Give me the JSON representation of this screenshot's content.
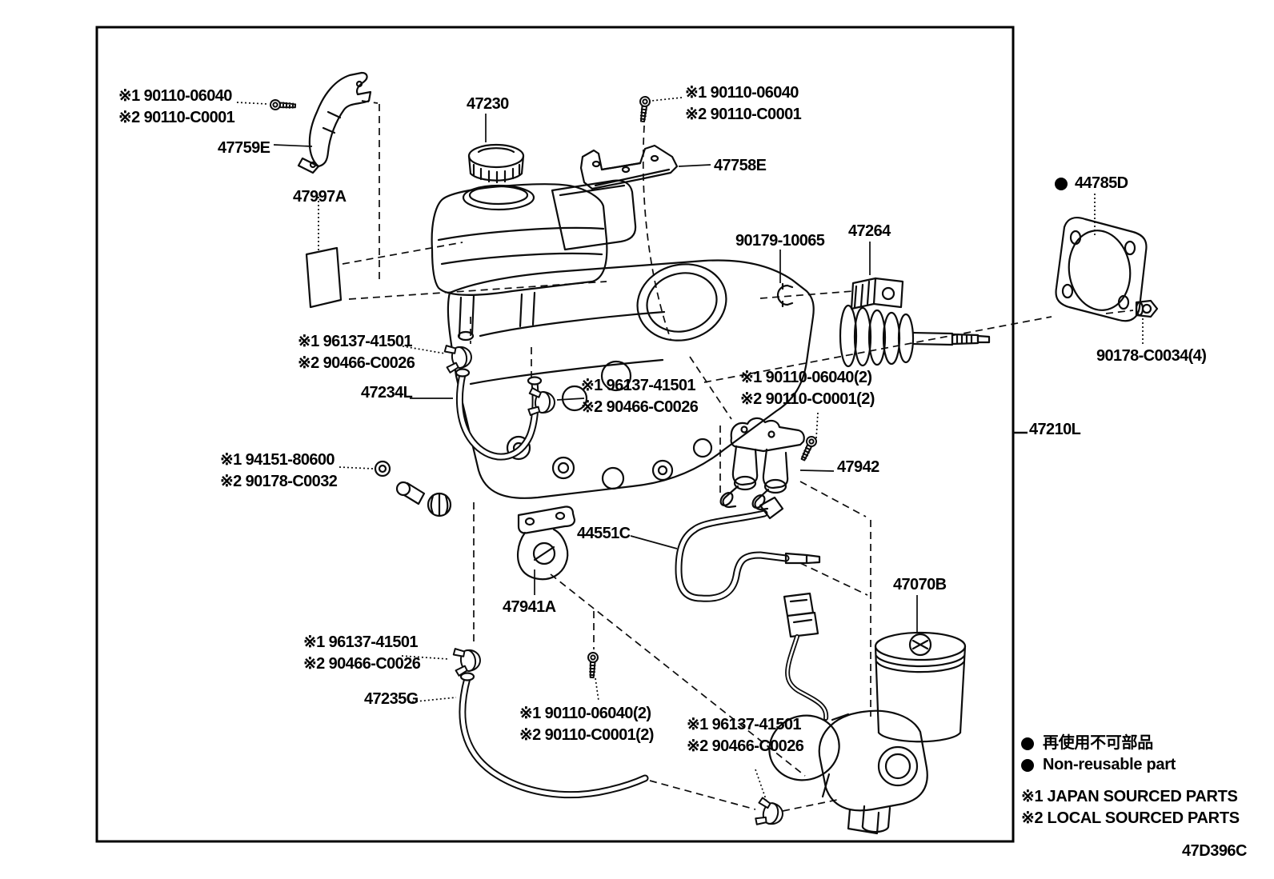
{
  "drawing_code": "47D396C",
  "legend": {
    "non_reusable_jp": "再使用不可部品",
    "non_reusable_en": "Non-reusable part",
    "note_1": "※1 JAPAN SOURCED PARTS",
    "note_2": "※2 LOCAL SOURCED PARTS"
  },
  "callouts": [
    {
      "id": "bolt-top-left",
      "lines": [
        "※1 90110-06040",
        "※2 90110-C0001"
      ]
    },
    {
      "id": "bracket-47759E",
      "lines": [
        "47759E"
      ]
    },
    {
      "id": "sticker-47997A",
      "lines": [
        "47997A"
      ]
    },
    {
      "id": "cap-47230",
      "lines": [
        "47230"
      ]
    },
    {
      "id": "bolt-top-mid",
      "lines": [
        "※1 90110-06040",
        "※2 90110-C0001"
      ]
    },
    {
      "id": "bracket-47758E",
      "lines": [
        "47758E"
      ]
    },
    {
      "id": "gasket-44785D",
      "lines": [
        "44785D"
      ]
    },
    {
      "id": "clip-90179-10065",
      "lines": [
        "90179-10065"
      ]
    },
    {
      "id": "damper-47264",
      "lines": [
        "47264"
      ]
    },
    {
      "id": "nut-90178-C0034",
      "lines": [
        "90178-C0034(4)"
      ]
    },
    {
      "id": "clamp-upper",
      "lines": [
        "※1 96137-41501",
        "※2 90466-C0026"
      ]
    },
    {
      "id": "hose-47234L",
      "lines": [
        "47234L"
      ]
    },
    {
      "id": "clamp-mid",
      "lines": [
        "※1 96137-41501",
        "※2 90466-C0026"
      ]
    },
    {
      "id": "bolt-47942",
      "lines": [
        "※1 90110-06040(2)",
        "※2 90110-C0001(2)"
      ]
    },
    {
      "id": "solenoid-47942",
      "lines": [
        "47942"
      ]
    },
    {
      "id": "assembly-47210L",
      "lines": [
        "47210L"
      ]
    },
    {
      "id": "washer-94151",
      "lines": [
        "※1 94151-80600",
        "※2 90178-C0032"
      ]
    },
    {
      "id": "tube-44551C",
      "lines": [
        "44551C"
      ]
    },
    {
      "id": "bracket-47941A",
      "lines": [
        "47941A"
      ]
    },
    {
      "id": "pump-47070B",
      "lines": [
        "47070B"
      ]
    },
    {
      "id": "clamp-lower",
      "lines": [
        "※1 96137-41501",
        "※2 90466-C0026"
      ]
    },
    {
      "id": "hose-47235G",
      "lines": [
        "47235G"
      ]
    },
    {
      "id": "bolt-bottom",
      "lines": [
        "※1 90110-06040(2)",
        "※2 90110-C0001(2)"
      ]
    },
    {
      "id": "clamp-bottom",
      "lines": [
        "※1 96137-41501",
        "※2 90466-C0026"
      ]
    }
  ]
}
